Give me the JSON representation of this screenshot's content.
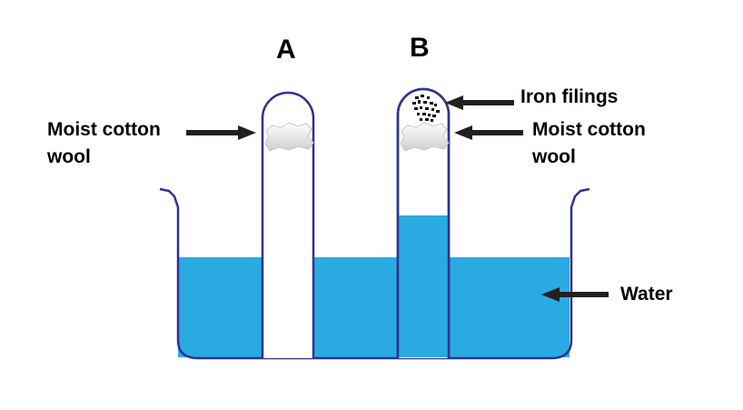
{
  "tubes": {
    "a": {
      "label": "A"
    },
    "b": {
      "label": "B"
    }
  },
  "labels": {
    "moist_cotton_left": {
      "line1": "Moist cotton",
      "line2": "wool"
    },
    "iron_filings": "Iron filings",
    "moist_cotton_right": {
      "line1": "Moist cotton",
      "line2": "wool"
    },
    "water": "Water"
  },
  "colors": {
    "water": "#29abe2",
    "outline": "#2e3192",
    "arrow": "#231f20",
    "cotton": "#f2f2f2",
    "iron": "#111111"
  }
}
